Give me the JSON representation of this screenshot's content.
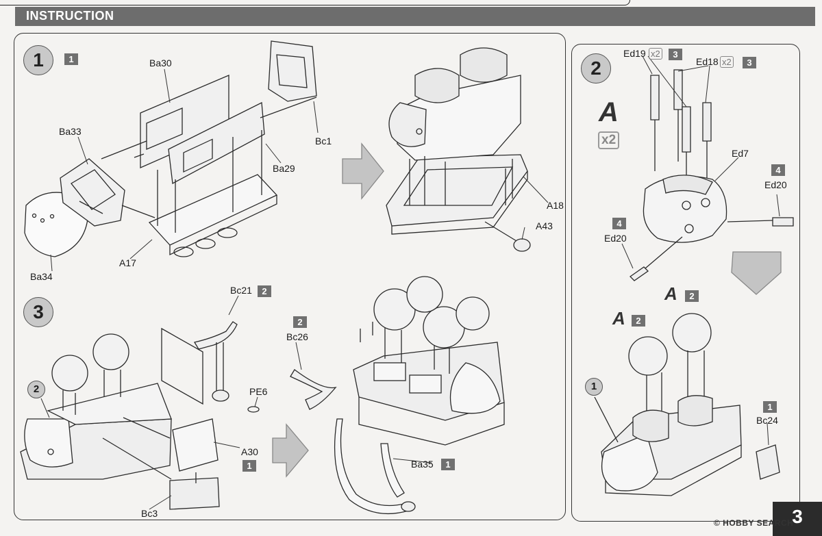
{
  "header": {
    "title": "INSTRUCTION"
  },
  "page_number": "3",
  "watermark": "© HOBBY SEARCH",
  "step1": {
    "number": "1",
    "badge": "1",
    "labels": {
      "ba30": "Ba30",
      "ba33": "Ba33",
      "bc1": "Bc1",
      "ba29": "Ba29",
      "ba34": "Ba34",
      "a17": "A17",
      "a18": "A18",
      "a43": "A43"
    }
  },
  "step2": {
    "number": "2",
    "ed19": "Ed19",
    "ed19_qty": "x2",
    "ed19_badge": "3",
    "ed18": "Ed18",
    "ed18_qty": "x2",
    "ed18_badge": "3",
    "subassembly": "A",
    "subassembly_qty": "x2",
    "ed7": "Ed7",
    "ed20_right": "Ed20",
    "ed20_right_badge": "4",
    "ed20_left": "Ed20",
    "ed20_left_badge": "4",
    "a_left": "A",
    "a_left_badge": "2",
    "a_right": "A",
    "a_right_badge": "2",
    "ref1": "1",
    "bc24": "Bc24",
    "bc24_badge": "1"
  },
  "step3": {
    "number": "3",
    "ref2": "2",
    "bc21": "Bc21",
    "bc21_badge": "2",
    "pe6": "PE6",
    "a30": "A30",
    "a30_badge": "1",
    "bc3": "Bc3",
    "bc26": "Bc26",
    "bc26_badge": "2",
    "ba35": "Ba35",
    "ba35_badge": "1"
  }
}
